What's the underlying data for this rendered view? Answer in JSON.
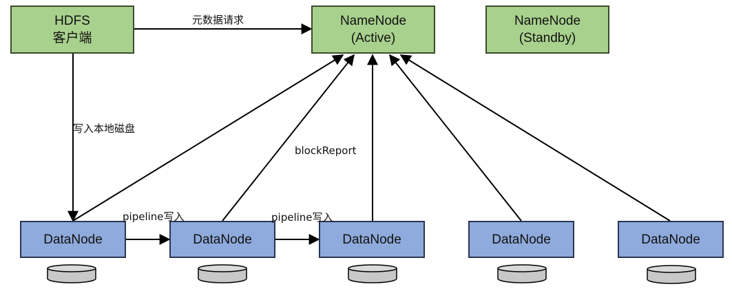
{
  "client": {
    "line1": "HDFS",
    "line2": "客户端"
  },
  "namenode_active": {
    "line1": "NameNode",
    "line2": "(Active)"
  },
  "namenode_standby": {
    "line1": "NameNode",
    "line2": "(Standby)"
  },
  "datanodes": [
    "DataNode",
    "DataNode",
    "DataNode",
    "DataNode",
    "DataNode"
  ],
  "edge_labels": {
    "metadata_request": "元数据请求",
    "write_local_disk": "写入本地磁盘",
    "block_report": "blockReport",
    "pipeline_write_1": "pipeline写入",
    "pipeline_write_2": "pipeline写入"
  },
  "colors": {
    "namenode_fill": "#a9d18e",
    "datanode_fill": "#8faadc",
    "disk_fill": "#c8c8c8",
    "line": "#000000"
  }
}
